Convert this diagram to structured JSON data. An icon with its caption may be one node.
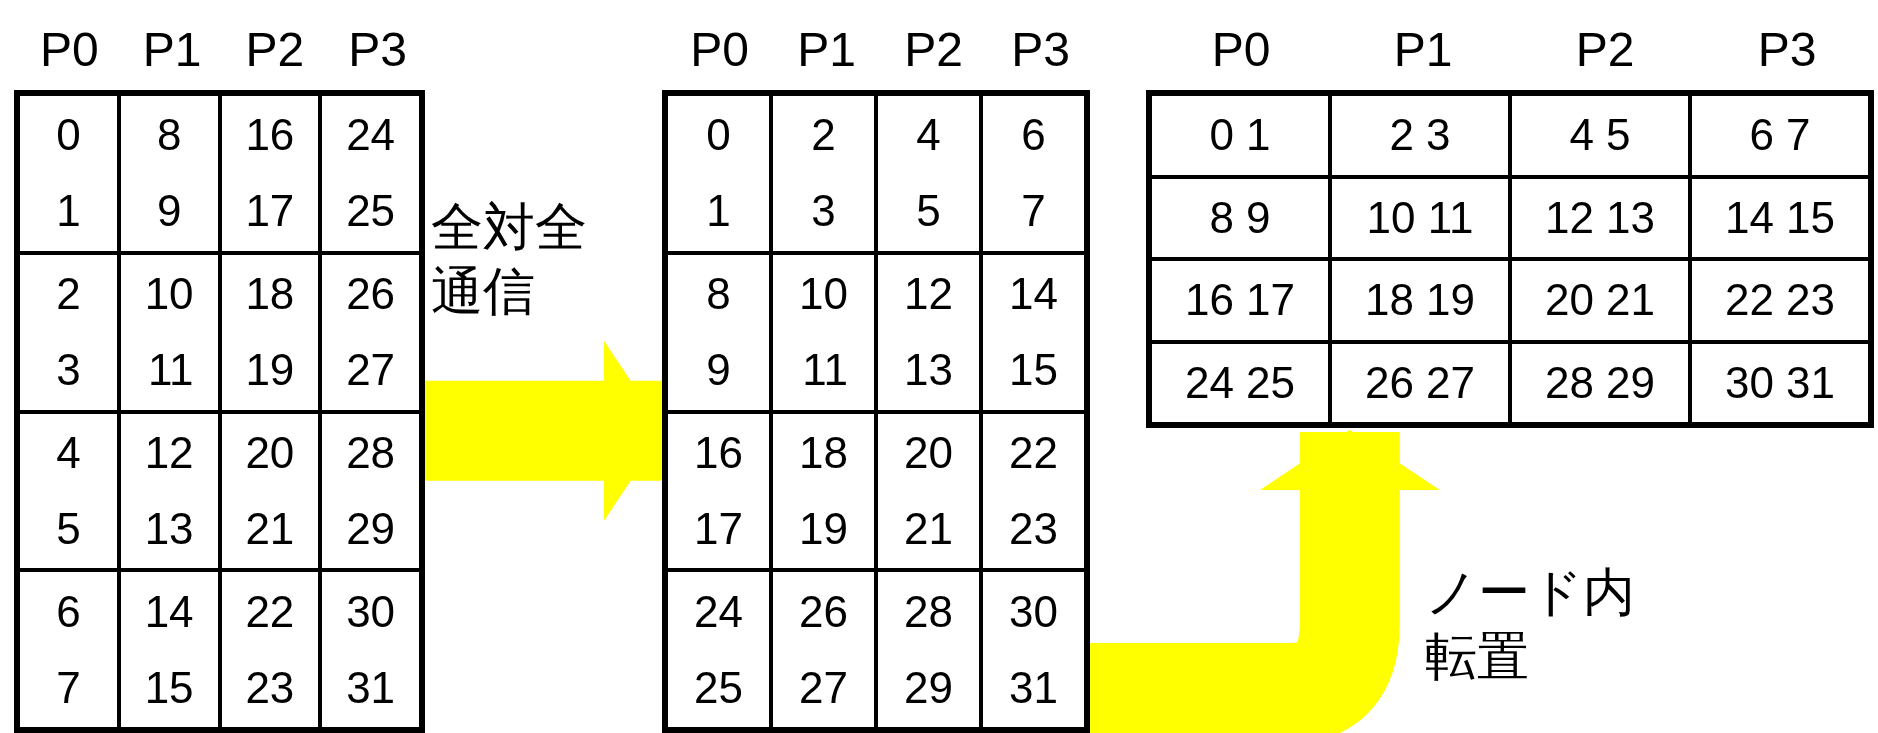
{
  "diagram": {
    "nodes": [
      {
        "text": [
          "P0",
          "P1",
          "P2",
          "P3",
          "0 1",
          "8 9",
          "16 17",
          "24 25",
          "2 3",
          "10 11",
          "18 19",
          "26 27",
          "4 5",
          "12 13",
          "20 21",
          "28 29",
          "6 7",
          "14 15",
          "22 23",
          "30 31"
        ]
      },
      {
        "text": [
          "P0",
          "P1",
          "P2",
          "P3",
          "0 1",
          "2 3",
          "4 5",
          "6 7",
          "8 9",
          "10 11",
          "12 13",
          "14 15",
          "16 17",
          "18 19",
          "20 21",
          "22 23",
          "24 25",
          "26 27",
          "28 29",
          "30 31"
        ]
      },
      {
        "text": [
          "P0",
          "P1",
          "P2",
          "P3",
          "0 1",
          "2 3",
          "4 5",
          "6 7",
          "8 9",
          "10 11",
          "12 13",
          "14 15",
          "16 17",
          "18 19",
          "20 21",
          "22 23",
          "24 25",
          "26 27",
          "28 29",
          "30 31"
        ]
      }
    ],
    "edges": [
      {
        "from": 0,
        "to": 1,
        "arrow": "to",
        "label": "全対全通信"
      },
      {
        "from": 1,
        "to": 2,
        "arrow": "to",
        "label": "ノード内転置"
      }
    ]
  }
}
